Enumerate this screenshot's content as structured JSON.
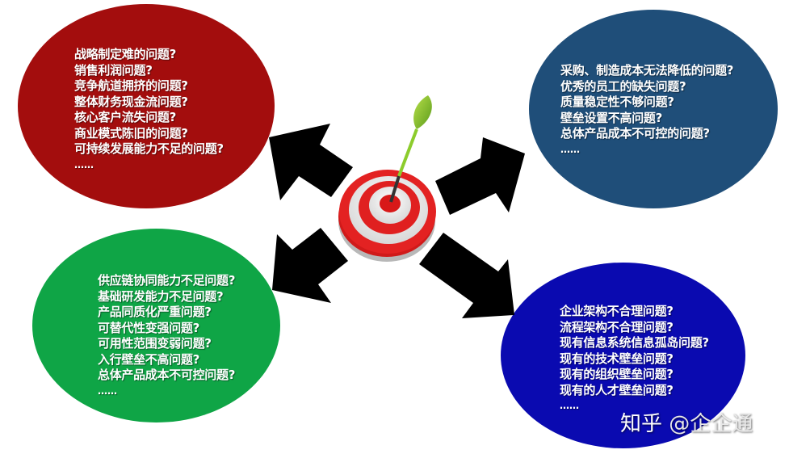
{
  "diagram": {
    "center": {
      "icon": "dartboard-target-icon",
      "description": "Red and white target with green dart in bullseye"
    },
    "quadrants": [
      {
        "id": "top-left",
        "color": "#a30d0d",
        "lines": [
          "战略制定难的问题?",
          "销售利润问题?",
          "竞争航道拥挤的问题?",
          "整体财务现金流问题?",
          "核心客户流失问题?",
          "商业模式陈旧的问题?",
          "可持续发展能力不足的问题?"
        ],
        "ellipsis": "……"
      },
      {
        "id": "top-right",
        "color": "#1f4e79",
        "lines": [
          "采购、制造成本无法降低的问题?",
          "优秀的员工的缺失问题?",
          "质量稳定性不够问题?",
          "壁垒设置不高问题?",
          "总体产品成本不可控的问题?"
        ],
        "ellipsis": "……"
      },
      {
        "id": "bottom-left",
        "color": "#0fa546",
        "lines": [
          "供应链协同能力不足问题?",
          "基础研发能力不足问题?",
          "产品同质化严重问题?",
          "可替代性变强问题?",
          "可用性范围变弱问题?",
          "入行壁垒不高问题?",
          "总体产品成本不可控问题?"
        ],
        "ellipsis": "……"
      },
      {
        "id": "bottom-right",
        "color": "#0a0ab0",
        "lines": [
          "企业架构不合理问题?",
          "流程架构不合理问题?",
          "现有信息系统信息孤岛问题?",
          "现有的技术壁垒问题?",
          "现有的组织壁垒问题?",
          "现有的人才壁垒问题?"
        ],
        "ellipsis": "……"
      }
    ],
    "arrows": [
      "arrow-up-left",
      "arrow-up-right",
      "arrow-down-left",
      "arrow-down-right"
    ]
  },
  "watermark": {
    "site": "知乎",
    "handle": "@企企通"
  }
}
